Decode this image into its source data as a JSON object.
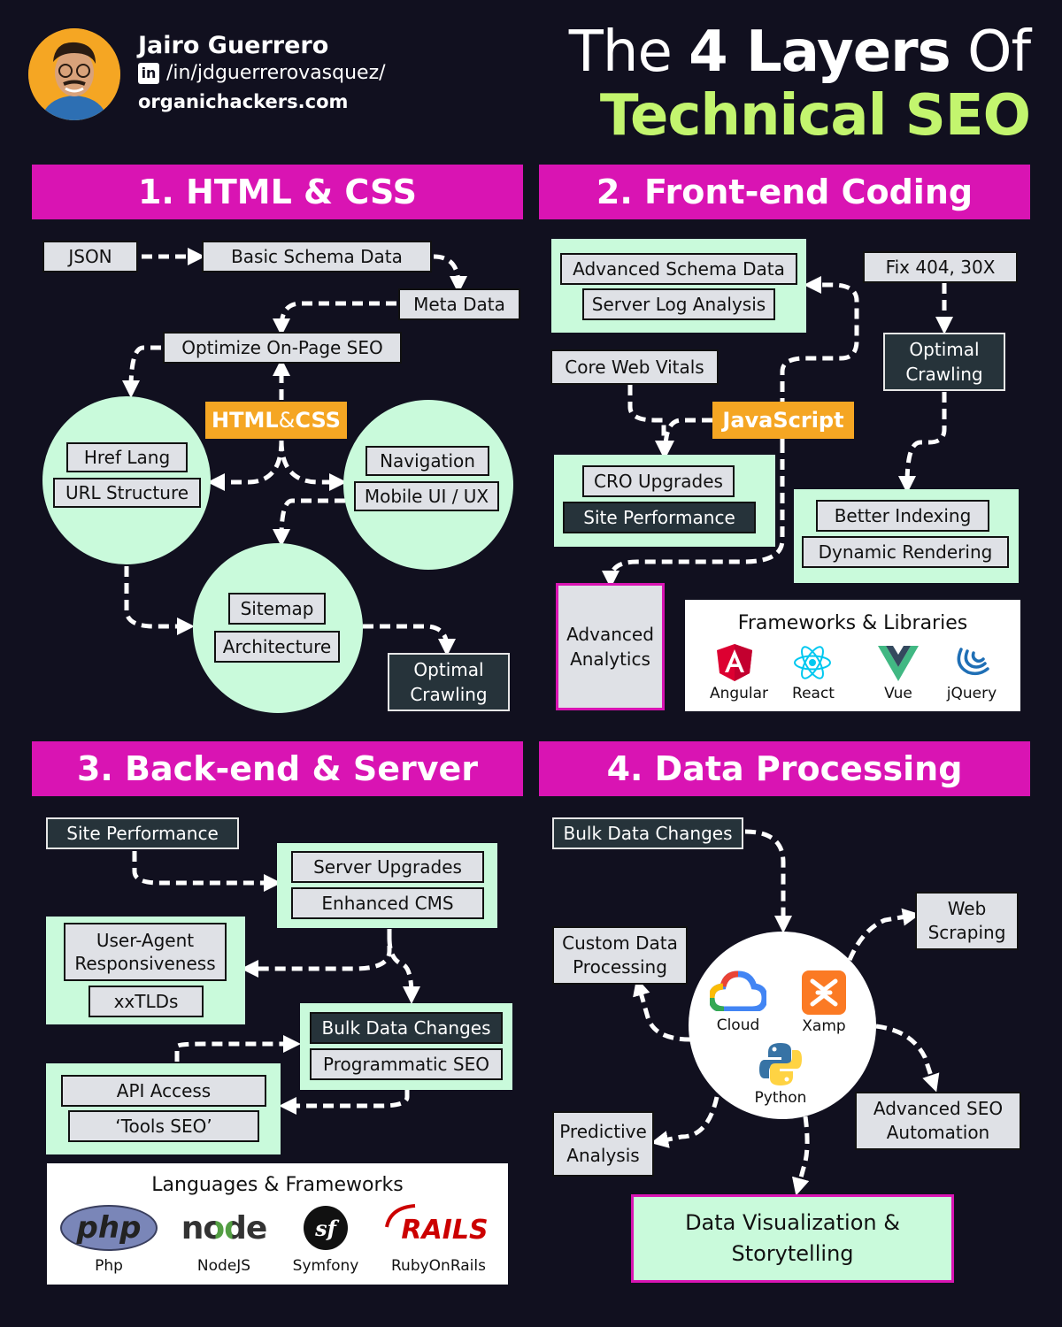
{
  "header": {
    "author_name": "Jairo Guerrero",
    "linkedin_badge": "in",
    "linkedin": "/in/jdguerrerovasquez/",
    "website": "organichackers.com",
    "title_pre": "The ",
    "title_bold": "4 Layers",
    "title_post": " Of",
    "title_line2": "Technical SEO"
  },
  "colors": {
    "background": "#11101f",
    "banner": "#d914b3",
    "accent_green": "#c3f56e",
    "node_green": "#c9fadb",
    "tag_orange": "#f5a623"
  },
  "section1": {
    "banner": "1. HTML & CSS",
    "json": "JSON",
    "basic_schema": "Basic Schema Data",
    "meta_data": "Meta Data",
    "optimize": "Optimize On-Page SEO",
    "tag_a": "HTML",
    "tag_amp": " & ",
    "tag_b": "CSS",
    "href_lang": "Href Lang",
    "url_structure": "URL Structure",
    "navigation": "Navigation",
    "mobile_ui": "Mobile UI / UX",
    "sitemap": "Sitemap",
    "architecture": "Architecture",
    "optimal_crawling_1": "Optimal",
    "optimal_crawling_2": "Crawling"
  },
  "section2": {
    "banner": "2. Front-end Coding",
    "adv_schema": "Advanced Schema Data",
    "server_log": "Server Log Analysis",
    "fix404": "Fix 404, 30X",
    "core_web_vitals": "Core Web Vitals",
    "optimal_crawling_1": "Optimal",
    "optimal_crawling_2": "Crawling",
    "tag": "JavaScript",
    "cro": "CRO Upgrades",
    "site_perf": "Site Performance",
    "better_indexing": "Better Indexing",
    "dynamic_rendering": "Dynamic Rendering",
    "adv_analytics_1": "Advanced",
    "adv_analytics_2": "Analytics",
    "frameworks_title": "Frameworks & Libraries",
    "frameworks": [
      {
        "label": "Angular",
        "icon": "angular-icon"
      },
      {
        "label": "React",
        "icon": "react-icon"
      },
      {
        "label": "Vue",
        "icon": "vue-icon"
      },
      {
        "label": "jQuery",
        "icon": "jquery-icon"
      }
    ]
  },
  "section3": {
    "banner": "3. Back-end & Server",
    "site_perf": "Site Performance",
    "server_upgrades": "Server Upgrades",
    "enhanced_cms": "Enhanced CMS",
    "ua_1": "User-Agent",
    "ua_2": "Responsiveness",
    "xxtlds": "xxTLDs",
    "bulk": "Bulk Data Changes",
    "programmatic": "Programmatic SEO",
    "api": "API Access",
    "tools": "‘Tools SEO’",
    "languages_title": "Languages & Frameworks",
    "languages": [
      {
        "label": "Php",
        "logo_text": "php",
        "icon": "php-icon"
      },
      {
        "label": "NodeJS",
        "logo_text": "node",
        "icon": "nodejs-icon"
      },
      {
        "label": "Symfony",
        "logo_text": "sf",
        "icon": "symfony-icon"
      },
      {
        "label": "RubyOnRails",
        "logo_text": "RAILS",
        "icon": "rails-icon"
      }
    ]
  },
  "section4": {
    "banner": "4. Data Processing",
    "bulk": "Bulk Data Changes",
    "web_scraping_1": "Web",
    "web_scraping_2": "Scraping",
    "custom_1": "Custom Data",
    "custom_2": "Processing",
    "hub": [
      {
        "label": "Cloud",
        "icon": "google-cloud-icon"
      },
      {
        "label": "Xamp",
        "icon": "xampp-icon"
      },
      {
        "label": "Python",
        "icon": "python-icon"
      }
    ],
    "adv_seo_1": "Advanced SEO",
    "adv_seo_2": "Automation",
    "predictive_1": "Predictive",
    "predictive_2": "Analysis",
    "dataviz_1": "Data Visualization &",
    "dataviz_2": "Storytelling"
  }
}
